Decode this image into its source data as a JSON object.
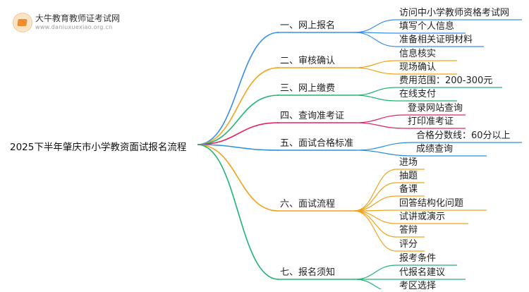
{
  "logo": {
    "name": "大牛教育教师证考试网",
    "url": "www.daniuxuexiao.org.cn",
    "icon": "book-badge-icon"
  },
  "root": "2025下半年肇庆市小学教资面试报名流程",
  "branches": [
    {
      "label": "一、网上报名",
      "color": "#3a8ee6",
      "children": [
        "访问中小学教师资格考试网",
        "填写个人信息",
        "准备相关证明材料"
      ]
    },
    {
      "label": "二、审核确认",
      "color": "#f0a31a",
      "children": [
        "信息核实",
        "现场确认"
      ]
    },
    {
      "label": "三、网上缴费",
      "color": "#21b573",
      "children": [
        "费用范围：200-300元",
        "在线支付"
      ]
    },
    {
      "label": "四、查询准考证",
      "color": "#e3235f",
      "children": [
        "登录网站查询",
        "打印准考证"
      ]
    },
    {
      "label": "五、面试合格标准",
      "color": "#2a8fd9",
      "children": [
        "合格分数线：60分以上",
        "成绩查询"
      ]
    },
    {
      "label": "六、面试流程",
      "color": "#f0a31a",
      "children": [
        "进场",
        "抽题",
        "备课",
        "回答结构化问题",
        "试讲或演示",
        "答辩",
        "评分"
      ]
    },
    {
      "label": "七、报名须知",
      "color": "#21b573",
      "children": [
        "报考条件",
        "代报名建议",
        "考区选择"
      ]
    }
  ]
}
